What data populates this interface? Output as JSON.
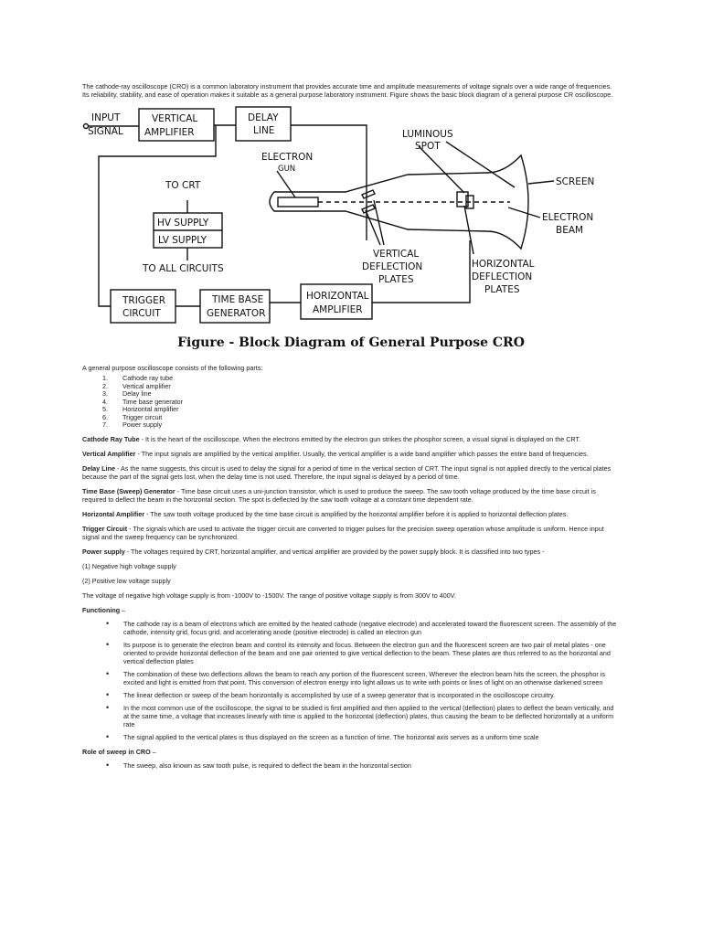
{
  "intro": "The cathode-ray oscilloscope (CRO) is a common laboratory instrument that provides accurate time and amplitude measurements of voltage signals over a wide range of frequencies. Its reliability, stability, and ease of operation makes it suitable as a general purpose laboratory instrument. Figure shows the basic block diagram of a general purpose CR oscilloscope.",
  "diagram": {
    "input_signal_1": "INPUT",
    "input_signal_2": "SIGNAL",
    "vertical_amplifier_1": "VERTICAL",
    "vertical_amplifier_2": "AMPLIFIER",
    "delay_line_1": "DELAY",
    "delay_line_2": "LINE",
    "luminous_spot_1": "LUMINOUS",
    "luminous_spot_2": "SPOT",
    "electron_gun_1": "ELECTRON",
    "electron_gun_2": "GUN",
    "screen": "SCREEN",
    "electron_beam_1": "ELECTRON",
    "electron_beam_2": "BEAM",
    "to_crt": "TO CRT",
    "hv_supply": "HV SUPPLY",
    "lv_supply": "LV SUPPLY",
    "to_all_circuits": "TO ALL CIRCUITS",
    "vertical_deflection_1": "VERTICAL",
    "vertical_deflection_2": "DEFLECTION",
    "vertical_deflection_3": "PLATES",
    "horizontal_deflection_1": "HORIZONTAL",
    "horizontal_deflection_2": "DEFLECTION",
    "horizontal_deflection_3": "PLATES",
    "trigger_circuit_1": "TRIGGER",
    "trigger_circuit_2": "CIRCUIT",
    "time_base_1": "TIME BASE",
    "time_base_2": "GENERATOR",
    "horizontal_amplifier_1": "HORIZONTAL",
    "horizontal_amplifier_2": "AMPLIFIER"
  },
  "caption": "Figure - Block Diagram of General Purpose CRO",
  "parts_intro": "A general purpose oscilloscope consists of the following parts:",
  "parts": [
    {
      "num": "1.",
      "label": "Cathode ray tube"
    },
    {
      "num": "2.",
      "label": "Vertical amplifier"
    },
    {
      "num": "3.",
      "label": "Delay line"
    },
    {
      "num": "4.",
      "label": "Time base generator"
    },
    {
      "num": "5.",
      "label": "Horizontal amplifier"
    },
    {
      "num": "6.",
      "label": "Trigger circuit"
    },
    {
      "num": "7.",
      "label": "Power supply"
    }
  ],
  "definitions": [
    {
      "term": "Cathode Ray Tube",
      "text": " - It is the heart of the oscilloscope. When the electrons emitted by the electron gun strikes the phosphor screen, a visual signal is displayed on the CRT."
    },
    {
      "term": "Vertical Amplifier",
      "text": " - The input signals are amplified by the vertical amplifier. Usually, the vertical amplifier is a wide band amplifier which passes the entire band of frequencies."
    },
    {
      "term": "Delay Line",
      "text": " - As the name suggests, this circuit is used to delay the signal for a period of time in the vertical section of CRT. The input signal is not applied directly to the vertical plates because the part of the signal gets lost, when the delay time is not used. Therefore, the input signal is delayed by a period of time."
    },
    {
      "term": "Time Base (Sweep) Generator",
      "text": " - Time base circuit uses a uni-junction transistor, which is used to produce the sweep. The saw tooth voltage produced by the time base circuit is required to deflect the beam in the horizontal section. The spot is deflected by the saw tooth voltage at a constant time dependent rate."
    },
    {
      "term": "Horizontal Amplifier",
      "text": " - The saw tooth voltage produced by the time base circuit is amplified by the horizontal amplifier before it is applied to horizontal deflection plates."
    },
    {
      "term": "Trigger Circuit",
      "text": " - The signals which are used to activate the trigger circuit are converted to trigger pulses for the precision sweep operation whose amplitude is uniform. Hence input signal and the sweep frequency can be synchronized."
    },
    {
      "term": "Power supply",
      "text": " - The voltages required by CRT, horizontal amplifier, and vertical amplifier are provided by the power supply block. It is classified into two types -"
    }
  ],
  "supply_type_1": "(1) Negative high voltage supply",
  "supply_type_2": "(2) Positive low voltage supply",
  "voltage_range": "The voltage of negative high voltage supply is from -1000V to -1500V. The range of positive voltage supply is from 300V to 400V.",
  "functioning_heading": "Functioning",
  "functioning_suffix": " –",
  "functioning_bullets": [
    "The cathode ray is a beam of electrons which are emitted by the heated cathode (negative electrode) and accelerated toward the fluorescent screen. The assembly of the cathode, intensity grid, focus grid, and accelerating anode (positive electrode) is called an electron gun",
    "Its purpose is to generate the electron beam and control its intensity and focus. Between the electron gun and the fluorescent screen are two pair of metal plates - one oriented to provide horizontal deflection of the beam and one pair oriented to give vertical deflection to the beam. These plates are thus referred to as the horizontal and vertical deflection plates",
    "The combination of these two deflections allows the beam to reach any portion of the fluorescent screen. Wherever the electron beam hits the screen, the phosphor is excited and light is emitted from that point. This conversion of electron energy into light allows us to write with points or lines of light on an otherwise darkened screen",
    "The linear deflection or sweep of the beam horizontally is accomplished by use of a sweep generator that is incorporated in the oscilloscope circuitry.",
    "In the most common use of the oscilloscope, the signal to be studied is first amplified and then applied to the vertical (deflection) plates to deflect the beam vertically, and at the same time, a voltage that increases linearly with time is applied to the horizontal (deflection) plates, thus causing the beam to be deflected horizontally at a uniform rate",
    "The signal applied to the vertical plates is thus displayed on the screen as a function of time. The horizontal axis serves as a uniform time scale"
  ],
  "sweep_heading": "Role of sweep in CRO",
  "sweep_suffix": " –",
  "sweep_bullets": [
    "The sweep, also known as saw tooth pulse, is required to deflect the beam in the horizontal section"
  ],
  "bullet_glyph": "•"
}
